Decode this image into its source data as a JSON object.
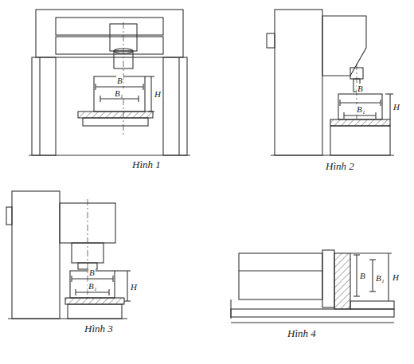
{
  "diagram": {
    "labels": [
      "B",
      "B₁",
      "H",
      "Hình 1",
      "B",
      "B₁",
      "H",
      "Hình 2",
      "B",
      "B₁",
      "H",
      "Hình 3",
      "B",
      "B₁",
      "H",
      "Hình 4"
    ]
  }
}
